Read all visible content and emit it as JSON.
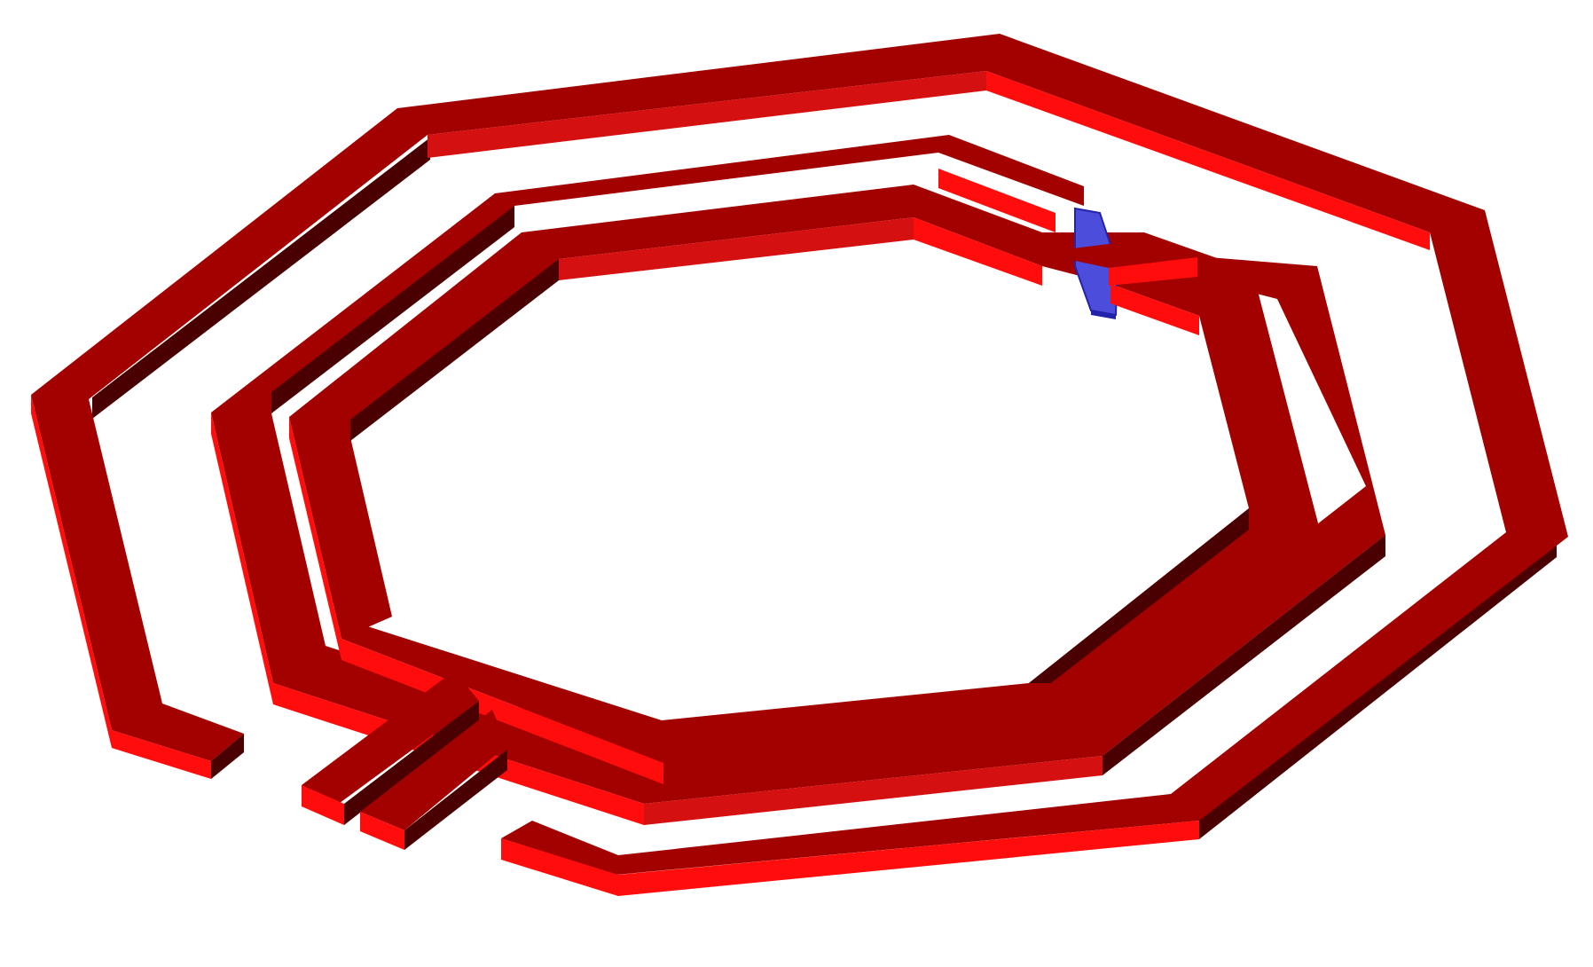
{
  "scene": {
    "subject": "octagonal-spiral-inductor-3d",
    "colors": {
      "background": "#ffffff",
      "trace_top": "#a30000",
      "trace_light_side": "#ff0d0d",
      "trace_mid_side": "#d41010",
      "trace_dark_side": "#4a0000",
      "via_fill": "#4d4ddb",
      "via_edge": "#2222aa"
    },
    "parts": [
      "outer-turn-trace",
      "middle-turn-trace",
      "inner-turn-trace",
      "crossover-underpass",
      "via-block",
      "port-lead-left",
      "port-lead-right",
      "outer-turn-terminal-stub",
      "outer-turn-return-lead"
    ]
  }
}
